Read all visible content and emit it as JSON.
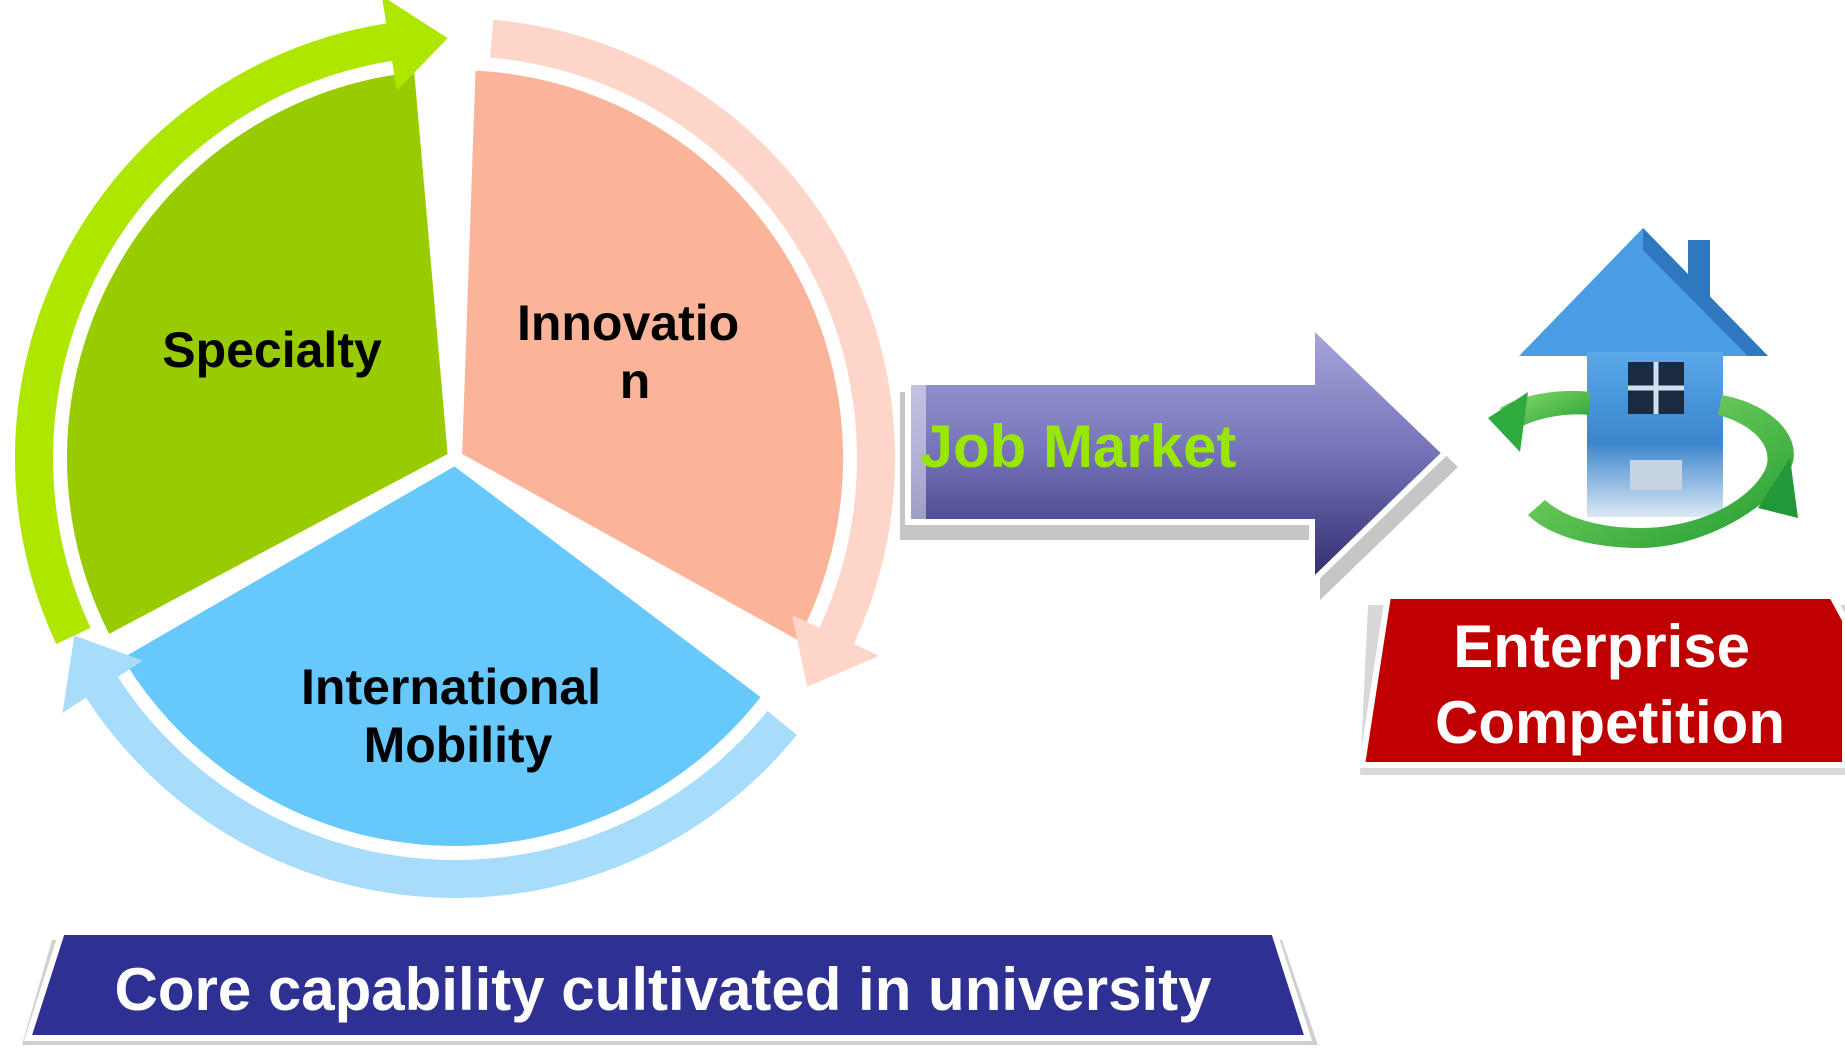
{
  "cycle": {
    "segments": [
      {
        "label_lines": [
          "Specialty"
        ],
        "color": "#99cc00",
        "band_color": "#aee600"
      },
      {
        "label_lines": [
          "Innovatio",
          "n"
        ],
        "color": "#fbb39a",
        "band_color": "#fdd6c9"
      },
      {
        "label_lines": [
          "International",
          "Mobility"
        ],
        "color": "#66c8fb",
        "band_color": "#a8dcfb"
      }
    ]
  },
  "job_market": {
    "label": "Job Market",
    "text_color": "#99e600",
    "arrow_color": "#6b6aa8"
  },
  "enterprise": {
    "label_lines": [
      "Enterprise",
      "Competition"
    ],
    "color": "#c00000"
  },
  "core": {
    "label": "Core capability cultivated in university",
    "color": "#2e3192"
  },
  "icon": {
    "name": "house-recycle-icon",
    "house_color": "#3f8fd6",
    "arrow_color": "#2eaa3f"
  }
}
